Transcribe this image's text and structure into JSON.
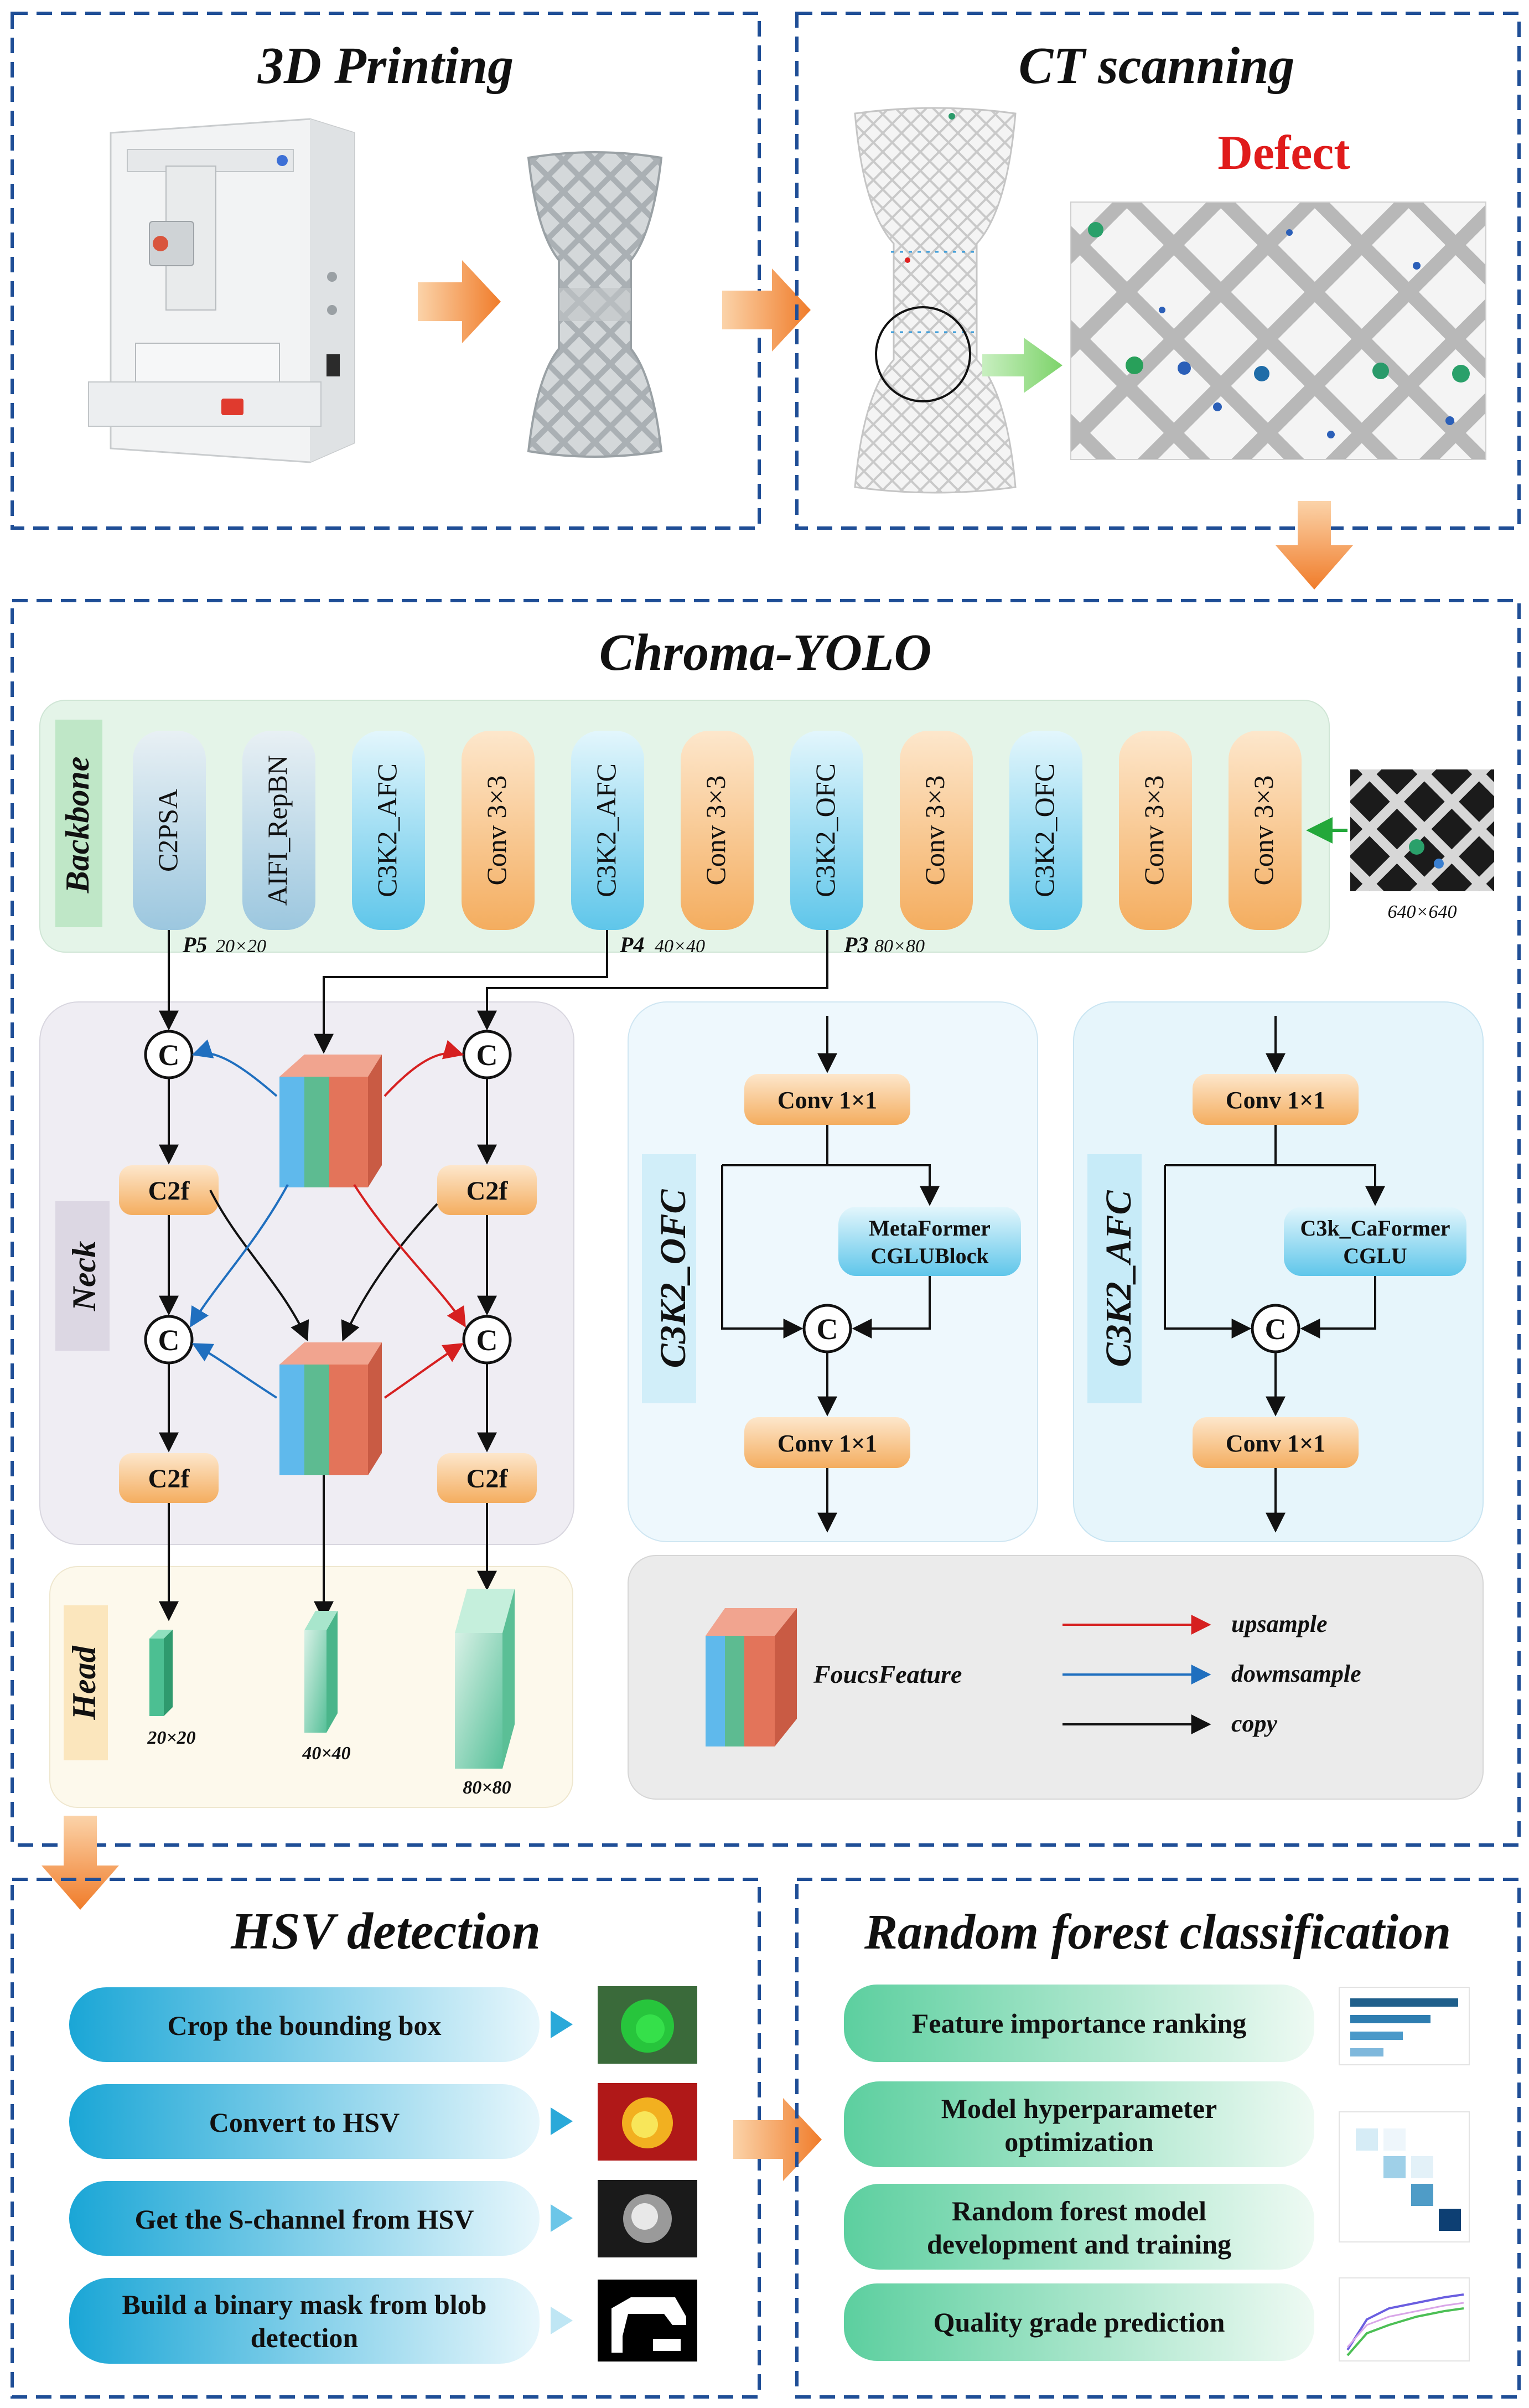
{
  "panels": {
    "printing": {
      "title": "3D Printing"
    },
    "ct": {
      "title": "CT scanning",
      "defect_label": "Defect"
    },
    "yolo": {
      "title": "Chroma-YOLO"
    },
    "hsv": {
      "title": "HSV detection",
      "steps": [
        "Crop the bounding box",
        "Convert to HSV",
        "Get the S-channel from HSV",
        "Build a binary mask from blob",
        "detection"
      ]
    },
    "rf": {
      "title": "Random forest classification",
      "steps": [
        "Feature importance ranking",
        "Model hyperparameter",
        "optimization",
        "Random forest model",
        "development and training",
        "Quality grade prediction"
      ]
    }
  },
  "backbone": {
    "label": "Backbone",
    "blocks": [
      "C2PSA",
      "AIFI_RepBN",
      "C3K2_AFC",
      "Conv 3×3",
      "C3K2_AFC",
      "Conv 3×3",
      "C3K2_OFC",
      "Conv 3×3",
      "C3K2_OFC",
      "Conv 3×3",
      "Conv 3×3"
    ],
    "input_size": "640×640",
    "p5": "P5",
    "p5_size": "20×20",
    "p4": "P4",
    "p4_size": "40×40",
    "p3": "P3",
    "p3_size": "80×80"
  },
  "neck": {
    "label": "Neck",
    "concat": "C",
    "c2f": "C2f"
  },
  "head": {
    "label": "Head",
    "sizes": [
      "20×20",
      "40×40",
      "80×80"
    ]
  },
  "ofc": {
    "label": "C3K2_OFC",
    "conv": "Conv 1×1",
    "inner_line1": "MetaFormer",
    "inner_line2": "CGLUBlock",
    "concat": "C"
  },
  "afc": {
    "label": "C3K2_AFC",
    "conv": "Conv 1×1",
    "inner_line1": "C3k_CaFormer",
    "inner_line2": "CGLU",
    "concat": "C"
  },
  "legend": {
    "feature": "FoucsFeature",
    "upsample": "upsample",
    "downsample": "dowmsample",
    "copy": "copy"
  },
  "colors": {
    "border": "#1f4e96",
    "conv": "#f6b26b",
    "c3k": "#7dd3ef",
    "arrow": "#f08a3c",
    "up": "#d62020",
    "down": "#1f6fbf",
    "defect": "#e01b1b"
  }
}
